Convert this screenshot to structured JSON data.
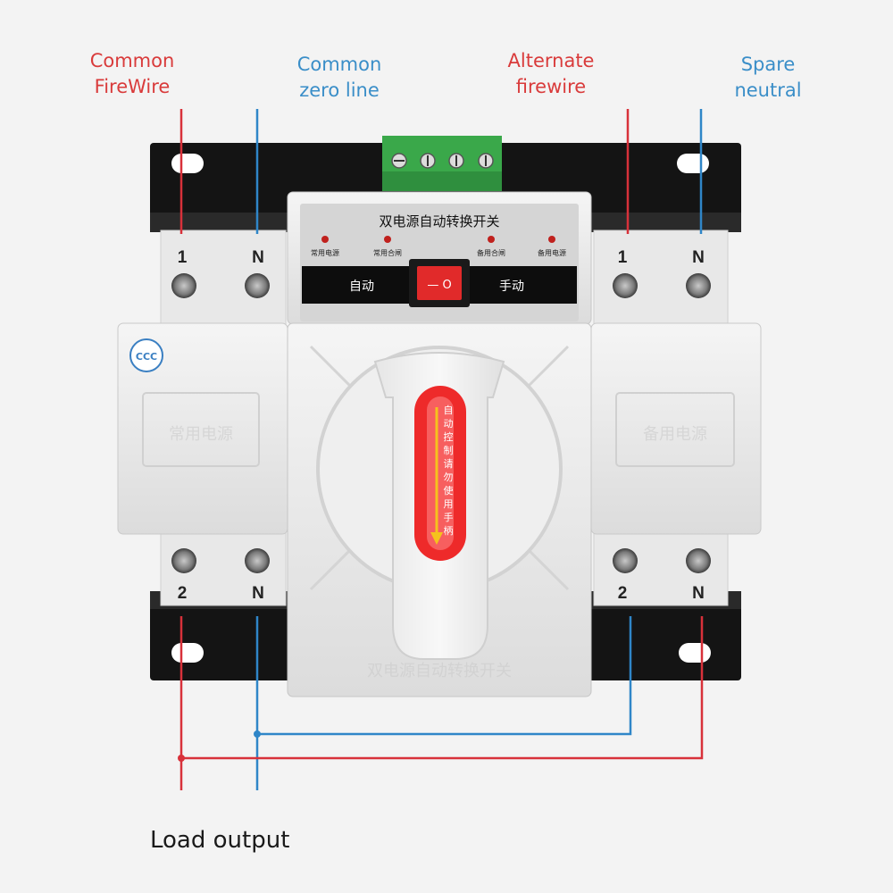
{
  "labels": {
    "common_firewire": [
      "Common",
      "FireWire"
    ],
    "common_zero": [
      "Common",
      "zero line"
    ],
    "alt_firewire": [
      "Alternate",
      "firewire"
    ],
    "spare_neutral": [
      "Spare",
      "neutral"
    ],
    "load_output": "Load output"
  },
  "device": {
    "title": "双电源自动转换开关",
    "indicators": [
      "常用电源",
      "常用合闸",
      "备用合闸",
      "备用电源"
    ],
    "mode_auto": "自动",
    "mode_manual": "手动",
    "rocker_glyph": "— O",
    "handle_text": [
      "自",
      "动",
      "控",
      "制",
      "请",
      "勿",
      "使",
      "用",
      "手",
      "柄"
    ],
    "top_terminals": [
      "1",
      "N",
      "1",
      "N"
    ],
    "bottom_terminals": [
      "2",
      "N",
      "2",
      "N"
    ],
    "cert_logo": "CCC",
    "module_left_text": "常用电源",
    "module_right_text": "备用电源",
    "base_embossed": "双电源自动转换开关"
  },
  "colors": {
    "red_wire": "#d8313a",
    "blue_wire": "#2f86c8",
    "body": "#ececec",
    "base": "#141414",
    "handle_red": "#ee2a2a"
  }
}
